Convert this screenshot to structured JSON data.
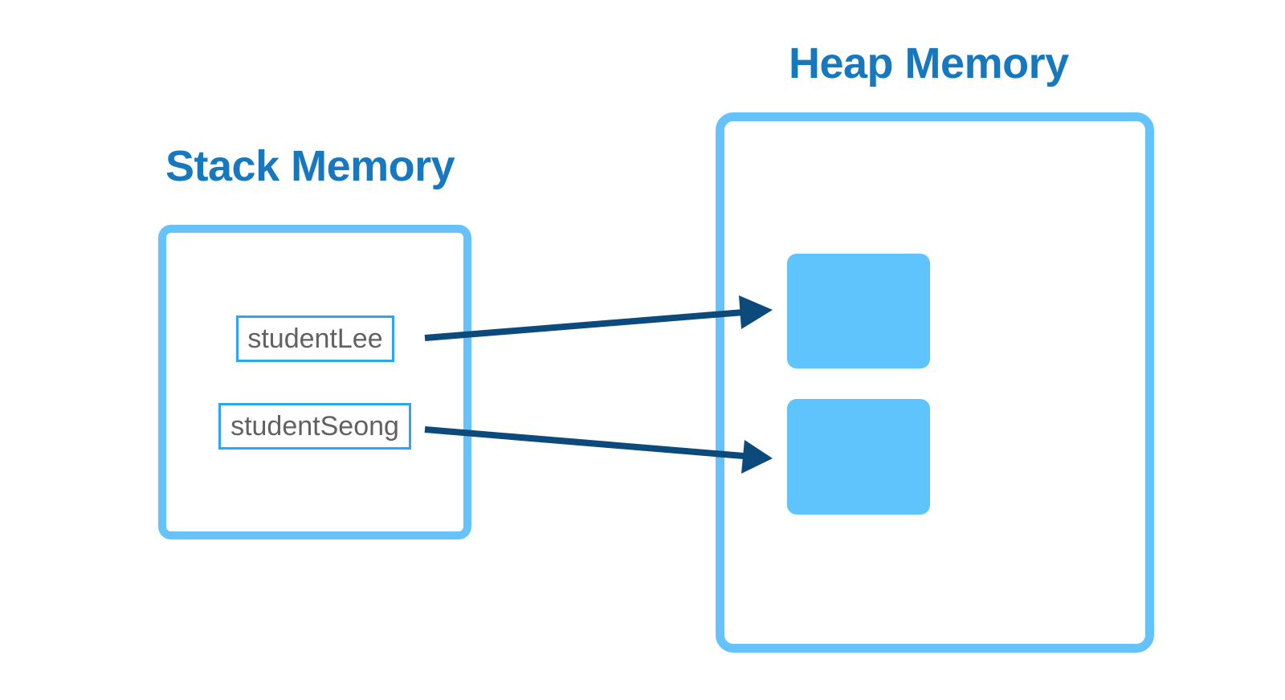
{
  "colors": {
    "title": "#1878be",
    "region_border": "#66c2fa",
    "label_border": "#2ea6ee",
    "label_text": "#616161",
    "object_fill": "#5ec4fb",
    "arrow": "#0b4a7a"
  },
  "stack": {
    "title": "Stack Memory",
    "variables": [
      {
        "name": "studentLee"
      },
      {
        "name": "studentSeong"
      }
    ]
  },
  "heap": {
    "title": "Heap Memory"
  }
}
